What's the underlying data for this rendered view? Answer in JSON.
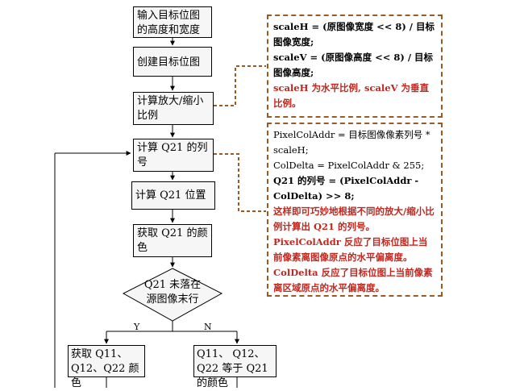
{
  "steps": {
    "input": "输入目标位图的高度和宽度",
    "create": "创建目标位图",
    "scale": "计算放大/缩小比例",
    "column": "计算 Q21 的列号",
    "position": "计算 Q21 位置",
    "color": "获取 Q21 的颜色",
    "decision": "Q21 未落在源图像末行",
    "yes_branch": "获取 Q11、Q12、Q22 颜色",
    "no_branch": "Q11、 Q12、 Q22 等于 Q21 的颜色"
  },
  "labels": {
    "yes": "Y",
    "no": "N"
  },
  "note_scale": {
    "line1": "scaleH = (原图像宽度 << 8) / 目标图像宽度;",
    "line2": "scaleV = (原图像高度 << 8) / 目标图像高度;",
    "line3": "scaleH 为水平比例, scaleV 为垂直比例。"
  },
  "note_column": {
    "line1": "PixelColAddr = 目标图像像素列号 * scaleH;",
    "line2": "ColDelta = PixelColAddr & 255;",
    "line3": "Q21 的列号 = (PixelColAddr - ColDelta) >> 8;",
    "line4": "这样即可巧妙地根据不同的放大/缩小比例计算出 Q21 的列号。",
    "line5": "PixelColAddr 反应了目标位图上当前像素离图像原点的水平偏离度。",
    "line6": "ColDelta 反应了目标位图上当前像素离区域原点的水平偏离度。"
  }
}
